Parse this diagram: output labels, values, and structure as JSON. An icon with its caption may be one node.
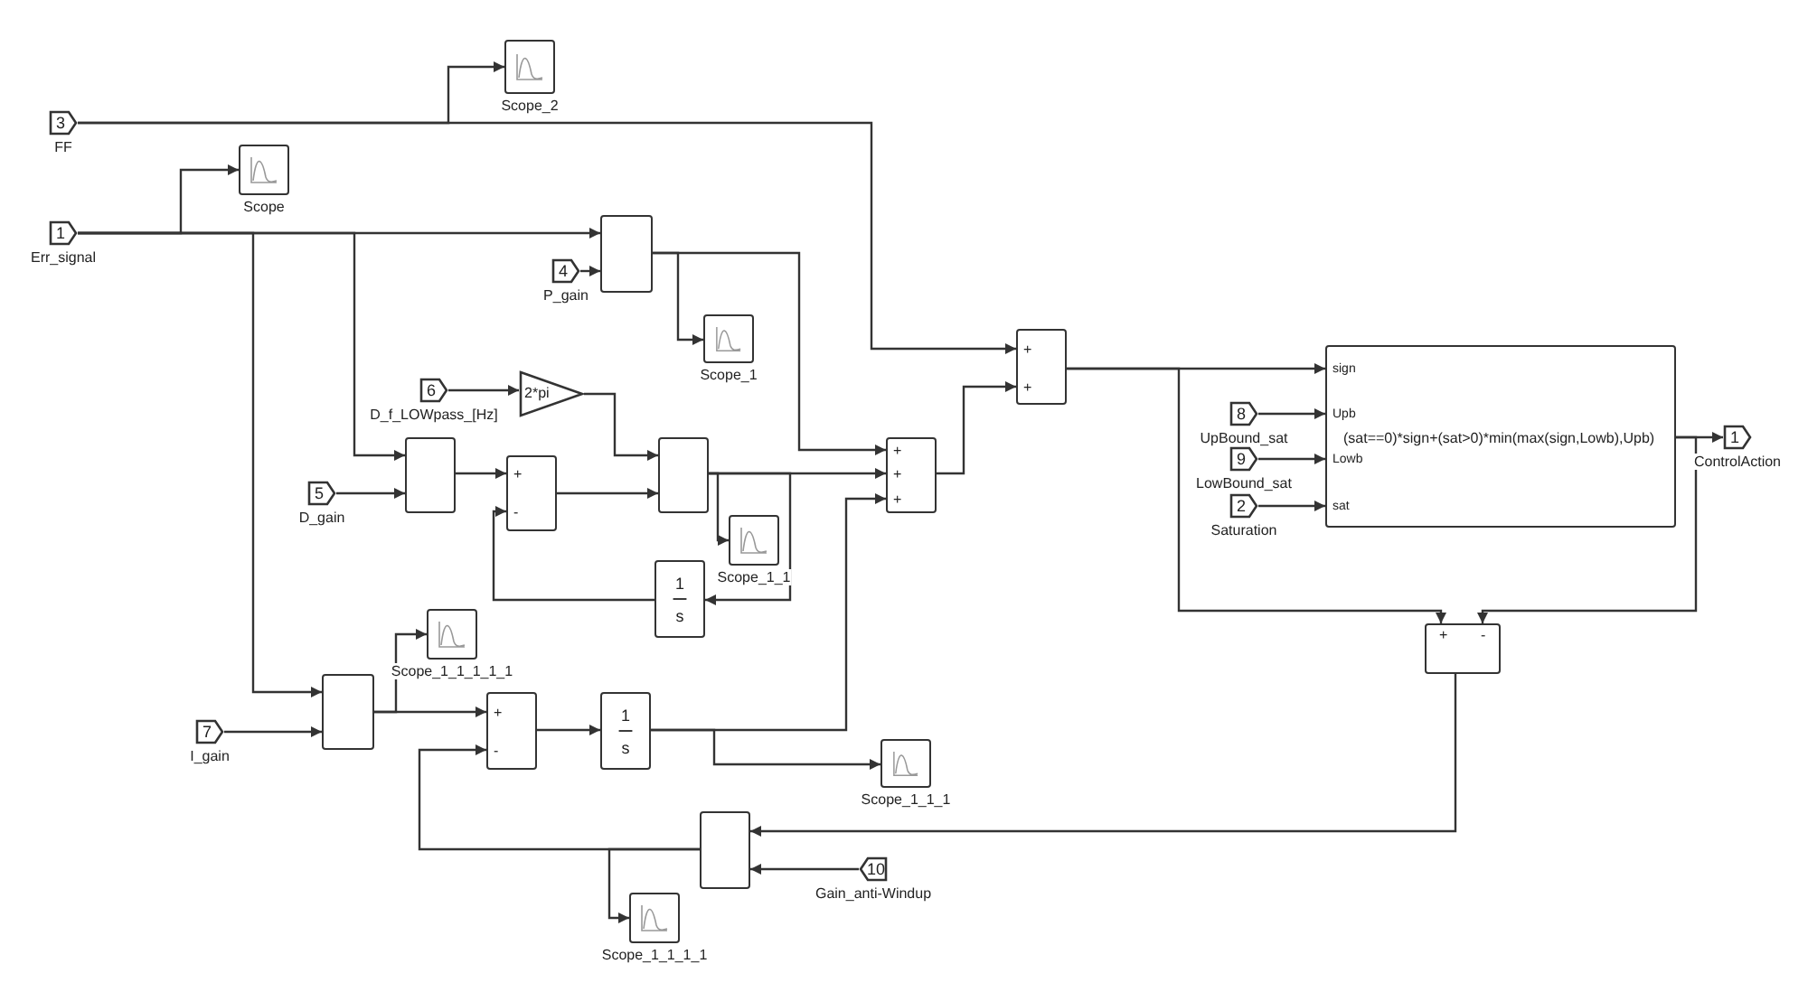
{
  "diagram": {
    "nodes": [
      {
        "text": [
          "3"
        ],
        "beside": [
          "FF"
        ]
      },
      {
        "text": [],
        "shape": "box",
        "beside": [
          "Scope_2"
        ]
      },
      {
        "text": [
          "1"
        ],
        "beside": [
          "Err_signal"
        ]
      },
      {
        "text": [],
        "shape": "box",
        "beside": [
          "Scope"
        ]
      },
      {
        "text": [],
        "shape": "box"
      },
      {
        "text": [
          "4"
        ],
        "beside": [
          "P_gain"
        ]
      },
      {
        "text": [],
        "shape": "box",
        "beside": [
          "Scope_1"
        ]
      },
      {
        "text": [
          "6"
        ],
        "beside": [
          "D_f_LOWpass_[Hz]"
        ]
      },
      {
        "text": [
          "2*pi"
        ]
      },
      {
        "text": [],
        "shape": "box"
      },
      {
        "text": [
          "5"
        ],
        "beside": [
          "D_gain"
        ]
      },
      {
        "text": [
          "+",
          "-"
        ]
      },
      {
        "text": [],
        "shape": "box"
      },
      {
        "text": [],
        "shape": "box",
        "beside": [
          "Scope_1_1"
        ]
      },
      {
        "text": [
          "1",
          "s"
        ]
      },
      {
        "text": [
          "+",
          "+",
          "+"
        ]
      },
      {
        "text": [
          "+",
          "+"
        ]
      },
      {
        "text": [
          "sign",
          "Upb",
          "Lowb",
          "sat",
          "(sat==0)*sign+(sat>0)*min(max(sign,Lowb),Upb)"
        ]
      },
      {
        "text": [
          "8"
        ],
        "beside": [
          "UpBound_sat"
        ]
      },
      {
        "text": [
          "9"
        ],
        "beside": [
          "LowBound_sat"
        ]
      },
      {
        "text": [
          "2"
        ],
        "beside": [
          "Saturation"
        ]
      },
      {
        "text": [
          "1"
        ],
        "beside": [
          "ControlAction"
        ]
      },
      {
        "text": [
          "+",
          "-"
        ]
      },
      {
        "text": [],
        "shape": "box",
        "beside": [
          "Scope_1_1_1_1_1"
        ]
      },
      {
        "text": [],
        "shape": "box"
      },
      {
        "text": [
          "7"
        ],
        "beside": [
          "I_gain"
        ]
      },
      {
        "text": [
          "+",
          "-"
        ]
      },
      {
        "text": [
          "1",
          "s"
        ]
      },
      {
        "text": [],
        "shape": "box",
        "beside": [
          "Scope_1_1_1"
        ]
      },
      {
        "text": [],
        "shape": "box"
      },
      {
        "text": [
          "10"
        ],
        "beside": [
          "Gain_anti-Windup"
        ]
      },
      {
        "text": [],
        "shape": "box",
        "beside": [
          "Scope_1_1_1_1"
        ]
      }
    ],
    "edges": [
      {
        "from": 0,
        "to": 1,
        "arrow": "to"
      },
      {
        "from": 0,
        "to": 16,
        "arrow": "to"
      },
      {
        "from": 2,
        "to": 3,
        "arrow": "to"
      },
      {
        "from": 2,
        "to": 4,
        "arrow": "to"
      },
      {
        "from": 2,
        "to": 24,
        "arrow": "to"
      },
      {
        "from": 2,
        "to": 9,
        "arrow": "to"
      },
      {
        "from": 5,
        "to": 4,
        "arrow": "to"
      },
      {
        "from": 4,
        "to": 6,
        "arrow": "to"
      },
      {
        "from": 4,
        "to": 15,
        "arrow": "to"
      },
      {
        "from": 7,
        "to": 8,
        "arrow": "to"
      },
      {
        "from": 8,
        "to": 12,
        "arrow": "to"
      },
      {
        "from": 10,
        "to": 9,
        "arrow": "to"
      },
      {
        "from": 9,
        "to": 11,
        "arrow": "to"
      },
      {
        "from": 11,
        "to": 12,
        "arrow": "to"
      },
      {
        "from": 12,
        "to": 13,
        "arrow": "to"
      },
      {
        "from": 12,
        "to": 15,
        "arrow": "to"
      },
      {
        "from": 12,
        "to": 14,
        "arrow": "to"
      },
      {
        "from": 14,
        "to": 11,
        "arrow": "to"
      },
      {
        "from": 24,
        "to": 23,
        "arrow": "to"
      },
      {
        "from": 24,
        "to": 26,
        "arrow": "to"
      },
      {
        "from": 26,
        "to": 27,
        "arrow": "to"
      },
      {
        "from": 27,
        "to": 28,
        "arrow": "to"
      },
      {
        "from": 27,
        "to": 15,
        "arrow": "to"
      },
      {
        "from": 15,
        "to": 16,
        "arrow": "to"
      },
      {
        "from": 16,
        "to": 17,
        "arrow": "to"
      },
      {
        "from": 16,
        "to": 22,
        "arrow": "to"
      },
      {
        "from": 17,
        "to": 21,
        "arrow": "to"
      },
      {
        "from": 17,
        "to": 22,
        "arrow": "to"
      },
      {
        "from": 18,
        "to": 17,
        "arrow": "to"
      },
      {
        "from": 19,
        "to": 17,
        "arrow": "to"
      },
      {
        "from": 20,
        "to": 17,
        "arrow": "to"
      },
      {
        "from": 22,
        "to": 29,
        "arrow": "to"
      },
      {
        "from": 30,
        "to": 29,
        "arrow": "to"
      },
      {
        "from": 29,
        "to": 26,
        "arrow": "to"
      },
      {
        "from": 29,
        "to": 31,
        "arrow": "to"
      },
      {
        "from": 25,
        "to": 24,
        "arrow": "to"
      }
    ]
  }
}
